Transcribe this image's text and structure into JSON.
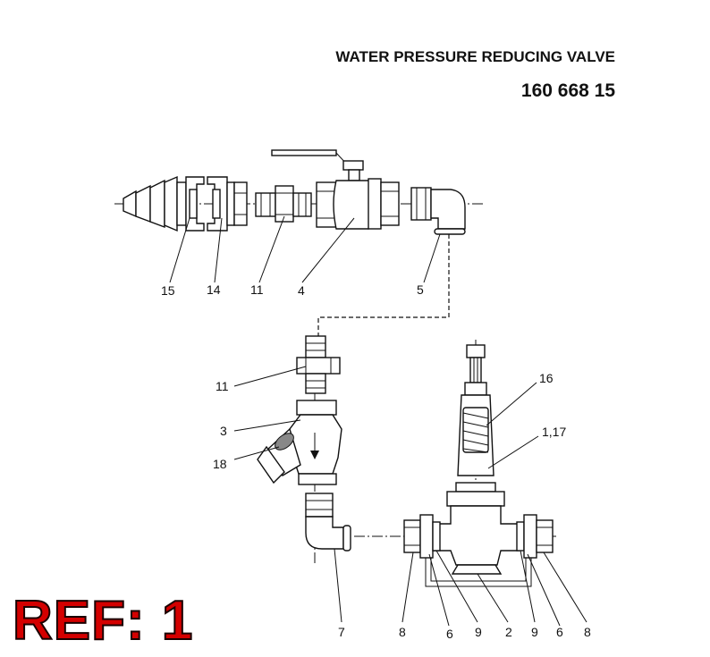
{
  "header": {
    "title": "WATER PRESSURE REDUCING VALVE",
    "part_number": "160 668 15"
  },
  "ref_label": "REF: 1",
  "callouts": {
    "c15": "15",
    "c14": "14",
    "c11_top": "11",
    "c4": "4",
    "c5": "5",
    "c11_mid": "11",
    "c3": "3",
    "c18": "18",
    "c16": "16",
    "c1_17": "1,17",
    "c7": "7",
    "c8_left": "8",
    "c6_left": "6",
    "c9_left": "9",
    "c2": "2",
    "c9_right": "9",
    "c6_right": "6",
    "c8_right": "8"
  },
  "colors": {
    "ref_red": "#d40000",
    "line": "#111111"
  }
}
